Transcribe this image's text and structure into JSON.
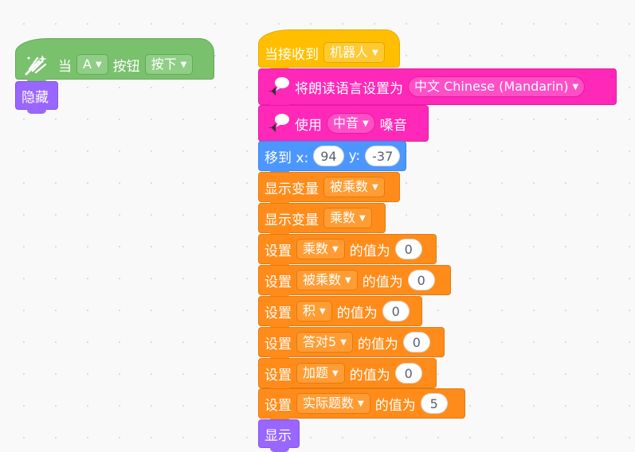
{
  "left_script": {
    "hat": {
      "prefix": "当",
      "key_value": "A",
      "middle": "按钮",
      "state_value": "按下",
      "icon": "magic-wand-icon"
    },
    "hide_label": "隐藏"
  },
  "right_script": {
    "when_receive": {
      "prefix": "当接收到",
      "message": "机器人"
    },
    "tts_language": {
      "label": "将朗读语言设置为",
      "value": "中文 Chinese (Mandarin)",
      "icon": "speaker-icon"
    },
    "tts_voice": {
      "label_prefix": "使用",
      "value": "中音",
      "label_suffix": "嗓音",
      "icon": "speaker-icon"
    },
    "goto": {
      "prefix": "移到 x:",
      "x": "94",
      "ylabel": "y:",
      "y": "-37"
    },
    "show_var_1": {
      "label": "显示变量",
      "var": "被乘数"
    },
    "show_var_2": {
      "label": "显示变量",
      "var": "乘数"
    },
    "set_blocks": [
      {
        "prefix": "设置",
        "var": "乘数",
        "middle": "的值为",
        "value": "0"
      },
      {
        "prefix": "设置",
        "var": "被乘数",
        "middle": "的值为",
        "value": "0"
      },
      {
        "prefix": "设置",
        "var": "积",
        "middle": "的值为",
        "value": "0"
      },
      {
        "prefix": "设置",
        "var": "答对5",
        "middle": "的值为",
        "value": "0"
      },
      {
        "prefix": "设置",
        "var": "加题",
        "middle": "的值为",
        "value": "0"
      },
      {
        "prefix": "设置",
        "var": "实际题数",
        "middle": "的值为",
        "value": "5"
      }
    ],
    "show_label": "显示"
  },
  "colors": {
    "events": "#ffbf00",
    "control_green": "#79c16d",
    "looks": "#9966ff",
    "tts": "#ff28b8",
    "motion": "#4c97ff",
    "variables": "#ff8c1a"
  }
}
